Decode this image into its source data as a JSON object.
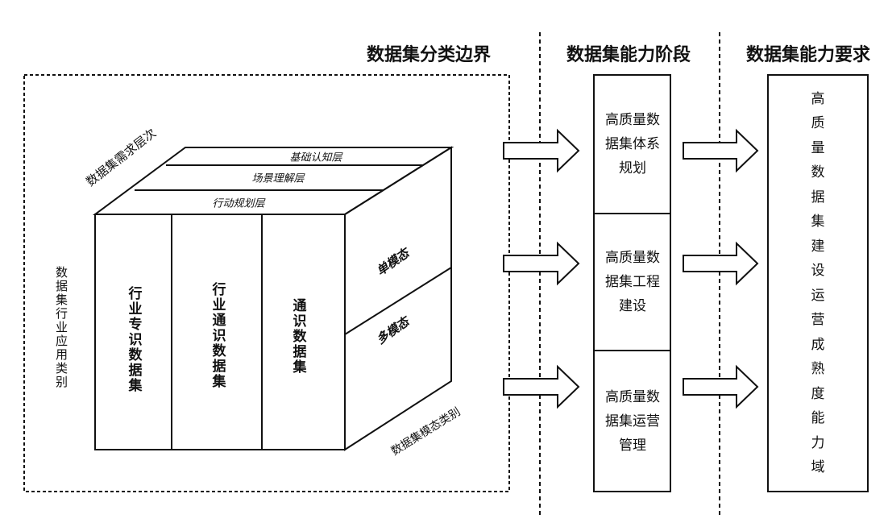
{
  "headers": {
    "boundary": "数据集分类边界",
    "stage": "数据集能力阶段",
    "requirement": "数据集能力要求"
  },
  "cube": {
    "top_axis_label": "数据集需求层次",
    "left_axis_label": "数据集行业应用类别",
    "bottom_axis_label": "数据集模态类别",
    "layers": [
      "基础认知层",
      "场景理解层",
      "行动规划层"
    ],
    "columns": [
      "行业专识数据集",
      "行业通识数据集",
      "通识数据集"
    ],
    "modalities": [
      "单模态",
      "多模态"
    ]
  },
  "stages": [
    "高质量数据集体系规划",
    "高质量数据集工程建设",
    "高质量数据集运营管理"
  ],
  "requirement": "高质量数据集建设运营成熟度能力域"
}
